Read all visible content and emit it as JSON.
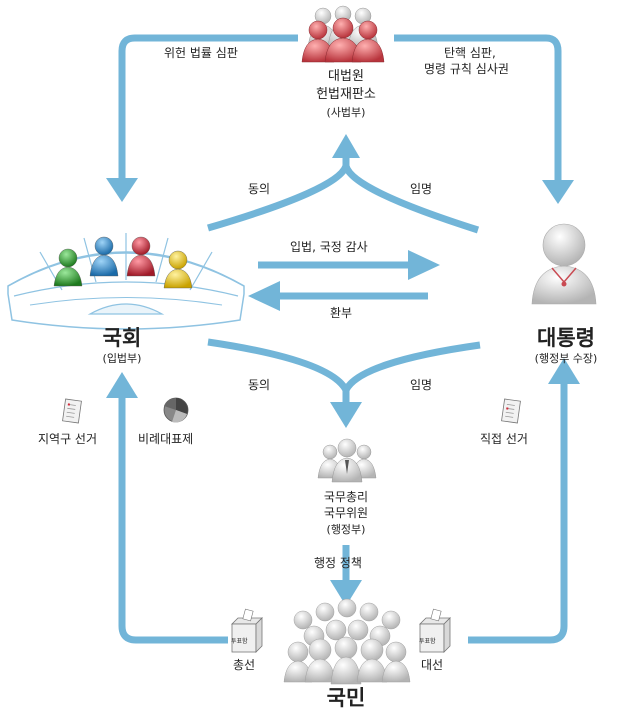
{
  "nodes": {
    "judiciary": {
      "line1": "대법원",
      "line2": "헌법재판소",
      "sub": "(사법부)"
    },
    "assembly": {
      "name": "국회",
      "sub": "(입법부)"
    },
    "president": {
      "name": "대통령",
      "sub": "(행정부 수장)"
    },
    "cabinet": {
      "line1": "국무총리",
      "line2": "국무위원",
      "sub": "(행정부)"
    },
    "people": {
      "name": "국민"
    }
  },
  "edges": {
    "assembly_to_judiciary_consent": "동의",
    "president_to_judiciary_appoint": "임명",
    "judiciary_to_assembly": "위헌 법률 심판",
    "judiciary_to_president_line1": "탄핵 심판,",
    "judiciary_to_president_line2": "명령 규칙 심사권",
    "assembly_to_president": "입법, 국정 감사",
    "president_to_assembly": "환부",
    "assembly_to_cabinet_consent": "동의",
    "president_to_cabinet_appoint": "임명",
    "cabinet_to_people": "행정  정책",
    "people_to_assembly_district": "지역구 선거",
    "people_to_assembly_proportional": "비례대표제",
    "people_to_president_direct": "직접 선거",
    "general_election": "총선",
    "presidential_election": "대선"
  },
  "ballot_box_text": "투표함",
  "colors": {
    "arrow": "#72b5d8",
    "people_gray": "#c8c8c8",
    "member_green": "#3aa63a",
    "member_blue": "#2a8fd4",
    "member_red": "#d22a3a",
    "member_yellow": "#e8c000",
    "judge_red": "#c94a52"
  },
  "icons": [
    "judges-icon",
    "assembly-chamber-icon",
    "president-icon",
    "cabinet-icon",
    "crowd-icon",
    "ballot-paper-icon",
    "pie-chart-icon",
    "ballot-box-icon"
  ]
}
